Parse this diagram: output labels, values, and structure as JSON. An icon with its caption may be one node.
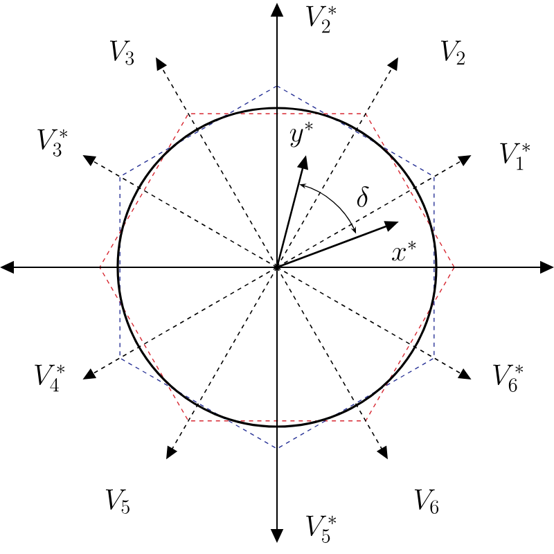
{
  "diagram": {
    "labels": [
      "V_2^*",
      "V_3",
      "V_2",
      "V_3^*",
      "y^*",
      "V_1^*",
      "\\delta",
      "x^*",
      "V_4^*",
      "V_6^*",
      "V_5",
      "V_6",
      "V_5^*"
    ]
  }
}
